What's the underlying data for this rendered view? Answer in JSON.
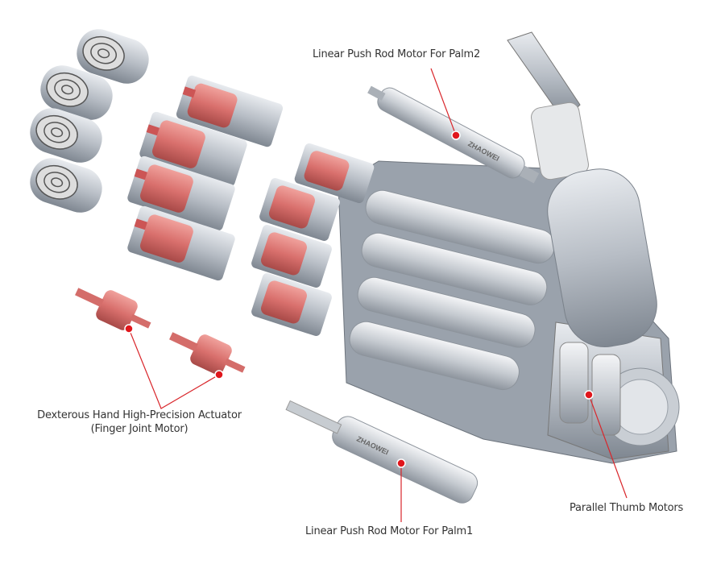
{
  "labels": {
    "palm2": "Linear Push Rod Motor For Palm2",
    "palm1": "Linear Push Rod Motor For Palm1",
    "thumb": "Parallel Thumb Motors",
    "actuator_line1": "Dexterous Hand High-Precision Actuator",
    "actuator_line2": "(Finger Joint Motor)"
  },
  "brand": "ZHAOWEI",
  "colors": {
    "callout": "#d9262b",
    "motor_red": "#d9706d",
    "metal": "#b8bec6",
    "label_text": "#333333"
  }
}
